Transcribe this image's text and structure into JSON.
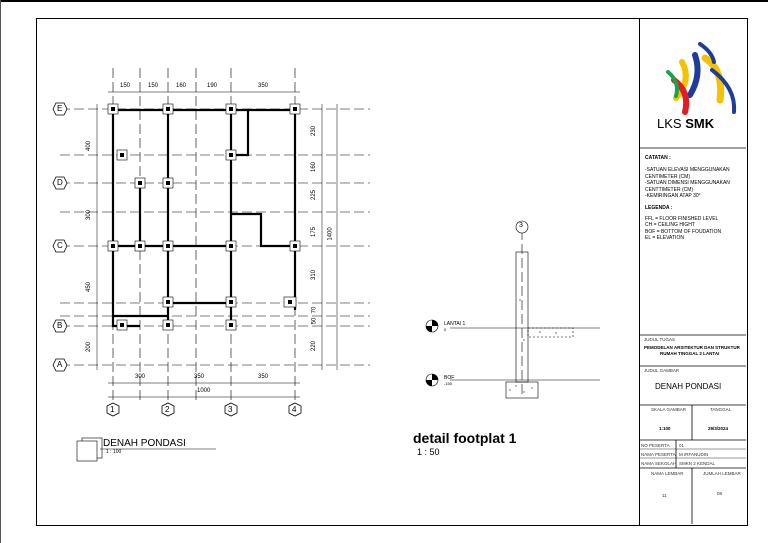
{
  "logo": {
    "text_a": "LKS",
    "text_b": "SMK"
  },
  "catatan": {
    "heading": "CATATAN :",
    "lines": [
      "-SATUAN ELEVASI MENGGUNAKAN",
      " CENTIMETER (CM)",
      "-SATUAN DIMENSI MENGGUNAKAN",
      " CENTTIMETER (CM)",
      "-KEMIRINGAN ATAP 30°"
    ],
    "legend_heading": "LEGENDA :",
    "legend": [
      "FFL = FLOOR FINISHED LEVEL",
      "CH  = CEILING HIGHT",
      "BOF = BOTTOM OF FOUDATION",
      "EL  = ELEVATION"
    ]
  },
  "titleblock": {
    "judul_tugas_label": "JUDUL TUGAS",
    "judul_tugas_1": "PEMODELAN ARSITEKTUR DAN STRUKTUR",
    "judul_tugas_2": "RUMAH TINGGAL 2 LANTAI",
    "judul_gambar_label": "JUDUL GAMBAR",
    "judul_gambar": "DENAH PONDASI",
    "skala_label": "SKALA GAMBAR",
    "skala": "1:100",
    "tanggal_label": "TANGGAL",
    "tanggal": "29/3/2024",
    "no_peserta_label": "NO PESERTA",
    "no_peserta": "01",
    "nama_peserta_label": "NAMA PESERTA",
    "nama_peserta": "M IRFANUDIN",
    "nama_sekolah_label": "NAMA SEKOLAH",
    "nama_sekolah": "SMKN 2 KENDAL",
    "nama_lembar_label": "NAMA LEMBAR",
    "nama_lembar": "11",
    "jumlah_lembar_label": "JUMLAH LEMBAR",
    "jumlah_lembar": "08"
  },
  "plan": {
    "grid_rows": [
      "E",
      "D",
      "C",
      "B",
      "A"
    ],
    "grid_cols": [
      "1",
      "2",
      "3",
      "4"
    ],
    "top_dims": [
      "150",
      "150",
      "160",
      "190",
      "350"
    ],
    "bottom_dims": [
      "300",
      "350",
      "350"
    ],
    "bottom_total": "1000",
    "left_dims": [
      "400",
      "300",
      "450",
      "200"
    ],
    "right_dims": [
      "230",
      "160",
      "225",
      "175",
      "310",
      "70",
      "50",
      "220"
    ],
    "right_total": "1400",
    "title": "DENAH PONDASI",
    "scale": "1 : 100"
  },
  "detail": {
    "grid_label": "3",
    "level1_label": "LANTAI 1",
    "level1_value": "0",
    "level2_label": "BOF",
    "level2_value": "-150",
    "title": "detail footplat 1",
    "scale": "1 : 50"
  }
}
